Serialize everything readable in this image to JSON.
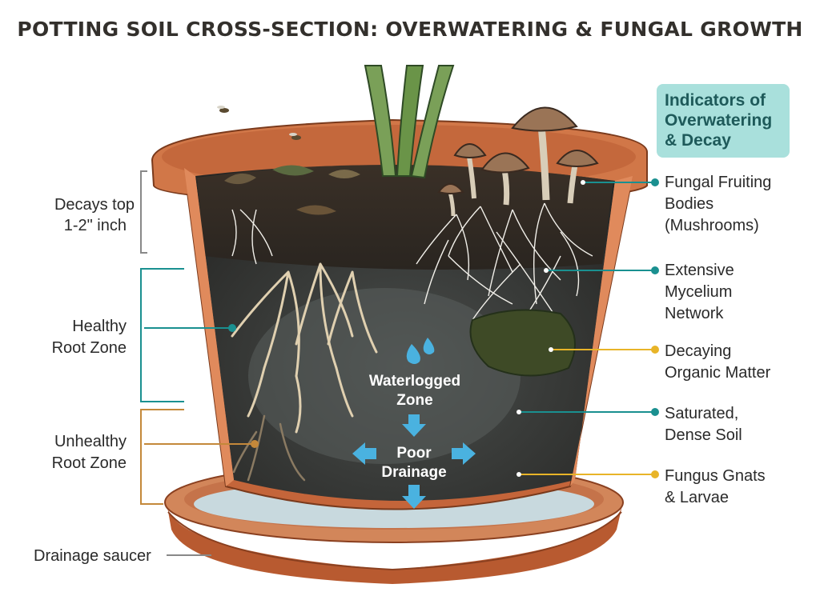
{
  "title": "POTTING SOIL CROSS-SECTION: OVERWATERING & FUNGAL GROWTH",
  "indicator_box": {
    "lines": [
      "Indicators of",
      "Overwatering",
      "& Decay"
    ]
  },
  "left_labels": {
    "decays_top": [
      "Decays top",
      "1-2\" inch"
    ],
    "healthy_root_zone": [
      "Healthy",
      "Root Zone"
    ],
    "unhealthy_root_zone": [
      "Unhealthy",
      "Root Zone"
    ],
    "drainage_saucer": [
      "Drainage saucer"
    ]
  },
  "right_labels": {
    "fungal_fruiting_bodies": [
      "Fungal Fruiting",
      "Bodies",
      "(Mushrooms)"
    ],
    "mycelium_network": [
      "Extensive",
      "Mycelium",
      "Network"
    ],
    "decaying_organic_matter": [
      "Decaying",
      "Organic Matter"
    ],
    "saturated_soil": [
      "Saturated,",
      "Dense Soil"
    ],
    "fungus_gnats": [
      "Fungus Gnats",
      "& Larvae"
    ]
  },
  "center_labels": {
    "waterlogged_zone": [
      "Waterlogged",
      "Zone"
    ],
    "poor_drainage": [
      "Poor",
      "Drainage"
    ]
  },
  "colors": {
    "teal": "#1a9090",
    "gold": "#e8b428",
    "terracotta": "#c8683c",
    "saucer_orange": "#d2865a",
    "soil_dark": "#2e2c29",
    "water_arrow": "#4ab2e0"
  }
}
